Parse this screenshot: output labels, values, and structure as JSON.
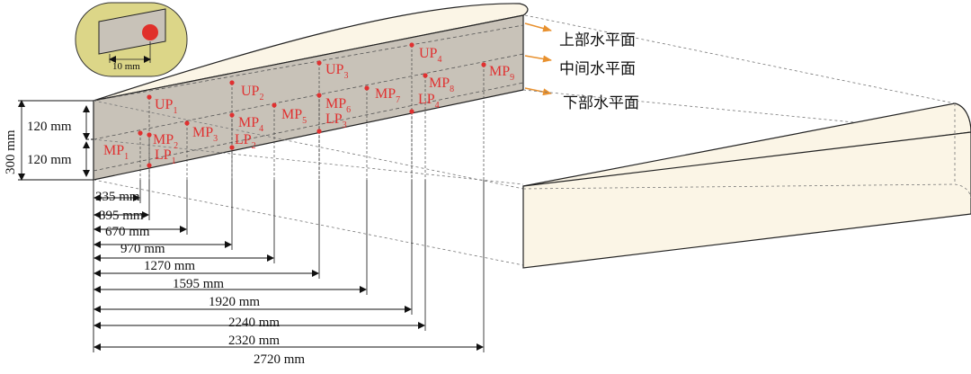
{
  "inset": {
    "label": "10 mm"
  },
  "heights": {
    "total": "300 mm",
    "upper": "120 mm",
    "lower": "120 mm"
  },
  "planes": {
    "upper": "上部水平面",
    "middle": "中间水平面",
    "lower": "下部水平面"
  },
  "points": [
    {
      "base": "MP",
      "sub": "1"
    },
    {
      "base": "UP",
      "sub": "1"
    },
    {
      "base": "MP",
      "sub": "2"
    },
    {
      "base": "LP",
      "sub": "1"
    },
    {
      "base": "MP",
      "sub": "3"
    },
    {
      "base": "UP",
      "sub": "2"
    },
    {
      "base": "MP",
      "sub": "4"
    },
    {
      "base": "LP",
      "sub": "2"
    },
    {
      "base": "MP",
      "sub": "5"
    },
    {
      "base": "UP",
      "sub": "3"
    },
    {
      "base": "MP",
      "sub": "6"
    },
    {
      "base": "LP",
      "sub": "3"
    },
    {
      "base": "MP",
      "sub": "7"
    },
    {
      "base": "UP",
      "sub": "4"
    },
    {
      "base": "MP",
      "sub": "8"
    },
    {
      "base": "LP",
      "sub": "4"
    },
    {
      "base": "MP",
      "sub": "9"
    }
  ],
  "dims": [
    "335 mm",
    "395 mm",
    "670 mm",
    "970 mm",
    "1270 mm",
    "1595 mm",
    "1920 mm",
    "2240 mm",
    "2320 mm",
    "2720 mm"
  ],
  "colors": {
    "face": "#c8c2b8",
    "cream": "#fbf5e6",
    "accent": "#e03030",
    "arrow": "#e8912f",
    "inset_bg": "#dcd688"
  }
}
